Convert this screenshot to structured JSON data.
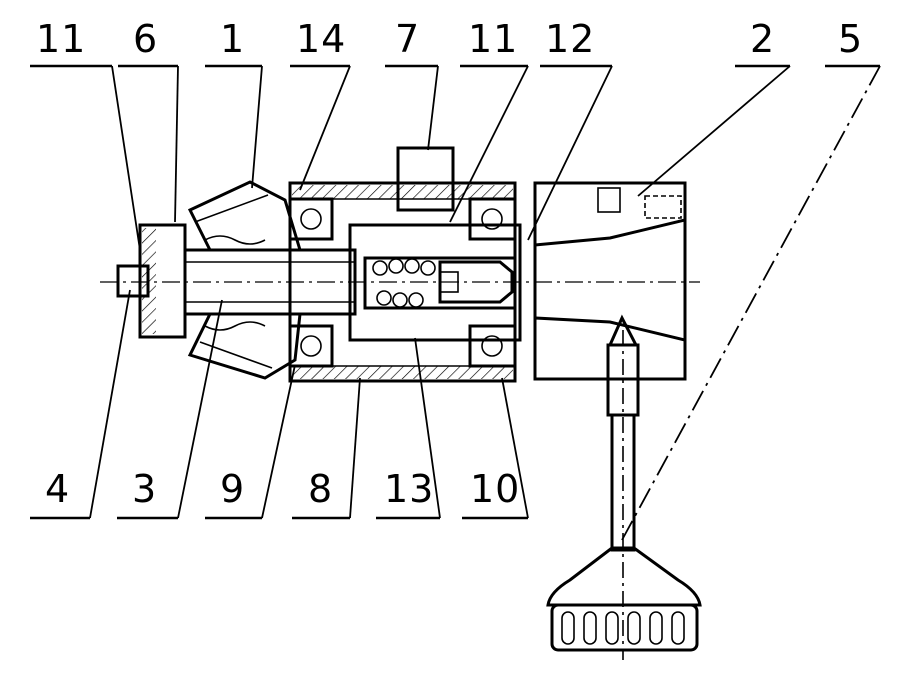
{
  "figure": {
    "labels_top": [
      "11",
      "6",
      "1",
      "14",
      "7",
      "11",
      "12",
      "2",
      "5"
    ],
    "labels_bottom": [
      "4",
      "3",
      "9",
      "8",
      "13",
      "10"
    ]
  }
}
